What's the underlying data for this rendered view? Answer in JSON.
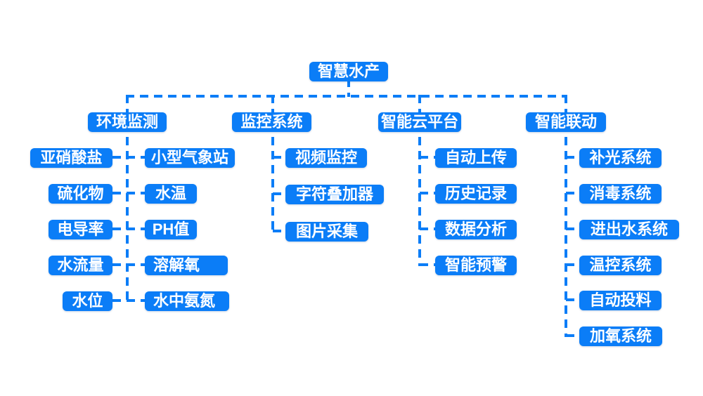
{
  "colors": {
    "node_fill": "#0b7df7",
    "node_text": "#ffffff",
    "connector": "#0b7df7",
    "background": "#ffffff"
  },
  "root": {
    "label": "智慧水产"
  },
  "branches": [
    {
      "label": "环境监测",
      "children_left": [
        "亚硝酸盐",
        "硫化物",
        "电导率",
        "水流量",
        "水位"
      ],
      "children_right": [
        "小型气象站",
        "水温",
        "PH值",
        "溶解氧",
        "水中氨氮"
      ]
    },
    {
      "label": "监控系统",
      "children": [
        "视频监控",
        "字符叠加器",
        "图片采集"
      ]
    },
    {
      "label": "智能云平台",
      "children": [
        "自动上传",
        "历史记录",
        "数据分析",
        "智能预警"
      ]
    },
    {
      "label": "智能联动",
      "children": [
        "补光系统",
        "消毒系统",
        "进出水系统",
        "温控系统",
        "自动投料",
        "加氧系统"
      ]
    }
  ]
}
